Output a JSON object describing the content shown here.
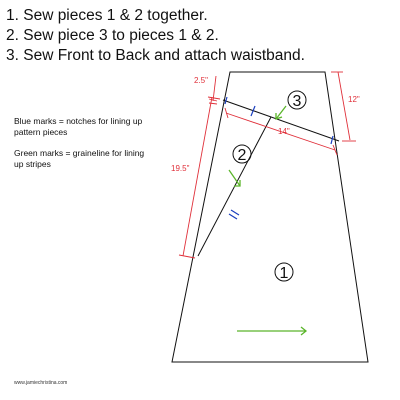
{
  "instructions": [
    "1.  Sew pieces 1 & 2 together.",
    "2.  Sew piece 3 to pieces 1 & 2.",
    "3.  Sew Front to Back and attach waistband."
  ],
  "legend": {
    "blue_marks": "Blue marks = notches for lining up pattern pieces",
    "green_marks": "Green marks = graineline for lining up stripes"
  },
  "pieces": {
    "one": "1",
    "two": "2",
    "three": "3"
  },
  "dimensions": {
    "top_width": "2.5\"",
    "right_height": "12\"",
    "seam_length": "14\"",
    "left_height": "19.5\""
  },
  "footer": {
    "website": "www.jamiechristina.com"
  },
  "colors": {
    "outline": "#111111",
    "notch": "#1a3fbf",
    "grainline": "#5ab52a",
    "dimension": "#e0303a"
  }
}
